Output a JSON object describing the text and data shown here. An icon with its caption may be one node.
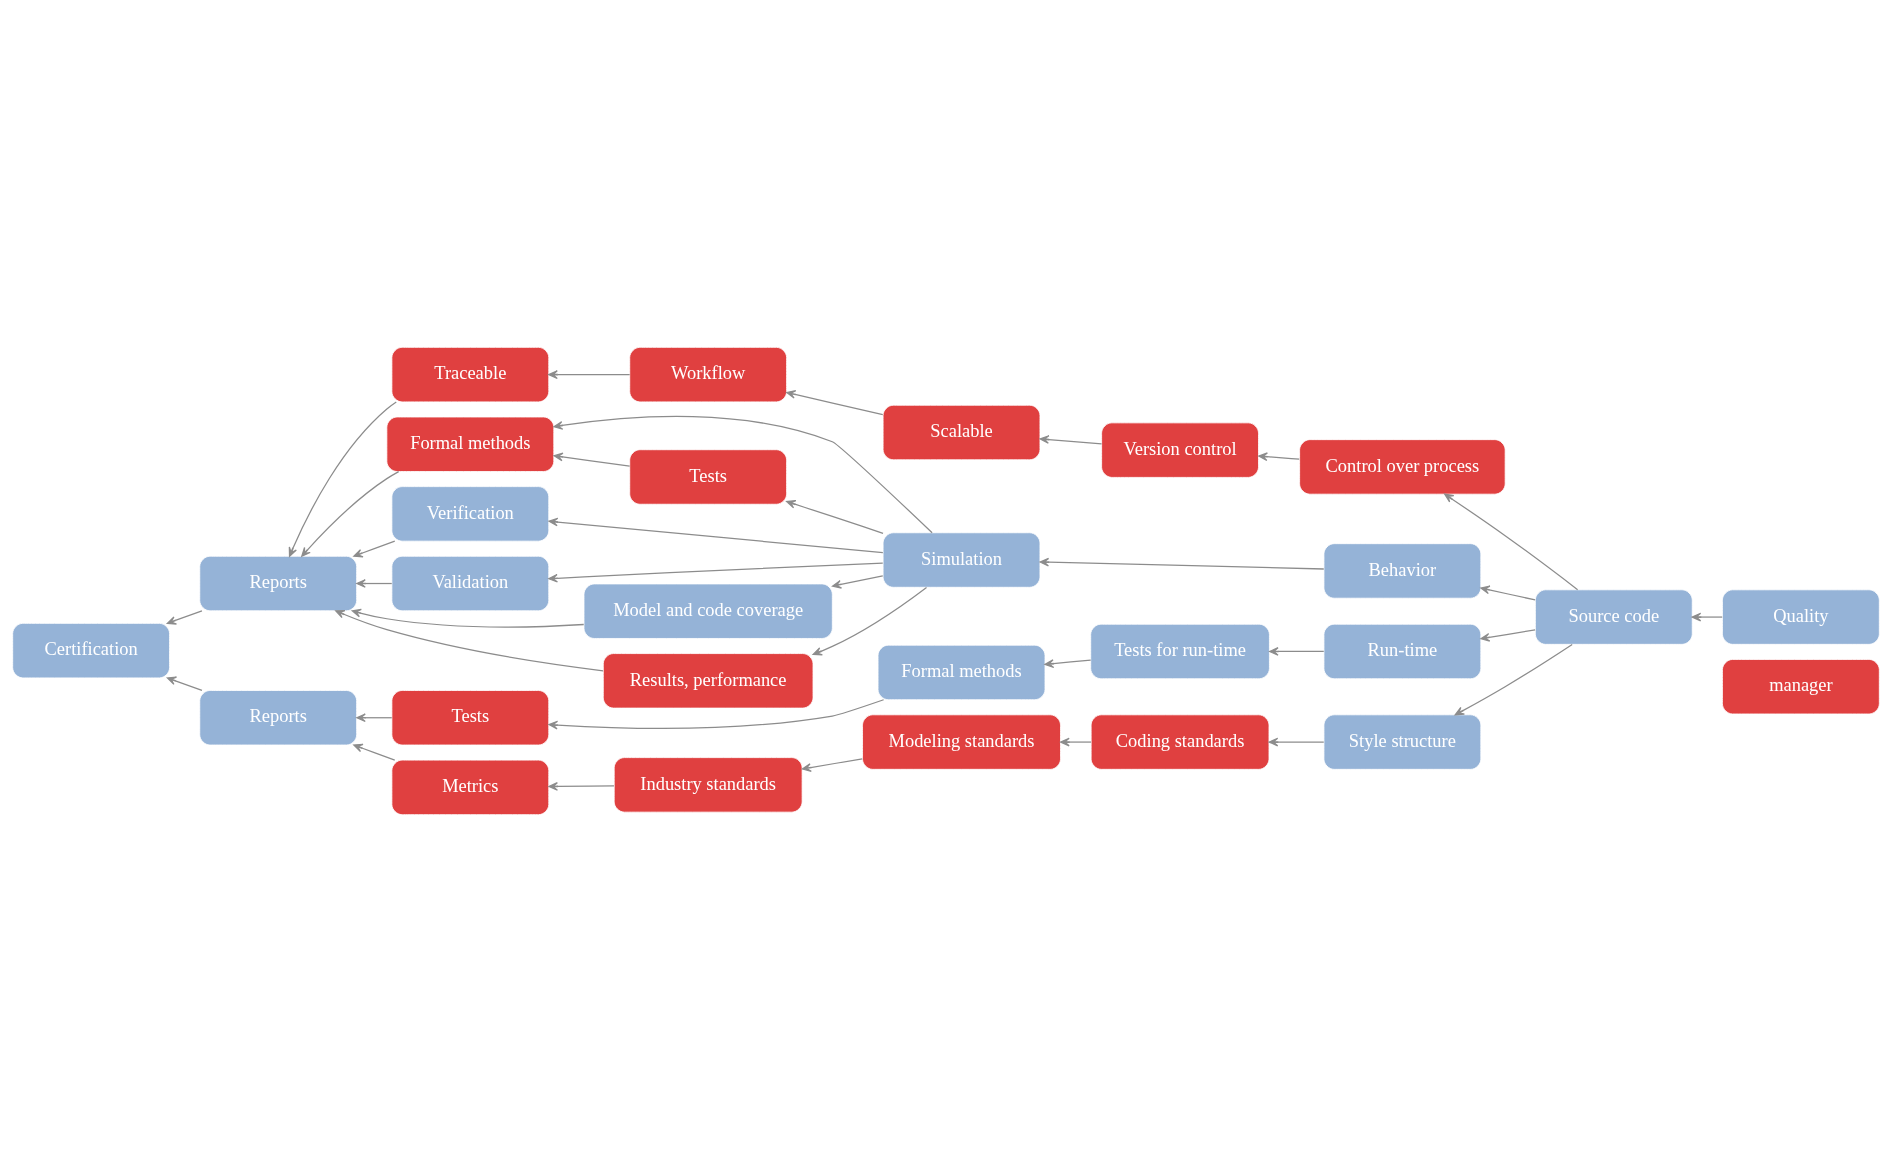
{
  "diagram": {
    "nodes": [
      {
        "text": [
          "manager"
        ]
      },
      {
        "text": [
          "Traceable"
        ]
      },
      {
        "text": [
          "Workflow"
        ]
      },
      {
        "text": [
          "Scalable"
        ]
      },
      {
        "text": [
          "Formal methods"
        ]
      },
      {
        "text": [
          "Tests"
        ]
      },
      {
        "text": [
          "Version control"
        ]
      },
      {
        "text": [
          "Verification"
        ]
      },
      {
        "text": [
          "Simulation"
        ]
      },
      {
        "text": [
          "Reports"
        ]
      },
      {
        "text": [
          "Control over process"
        ]
      },
      {
        "text": [
          "Validation"
        ]
      },
      {
        "text": [
          "Behavior"
        ]
      },
      {
        "text": [
          "Certification"
        ]
      },
      {
        "text": [
          "Source code"
        ]
      },
      {
        "text": [
          "Quality"
        ]
      },
      {
        "text": [
          "Model and code coverage"
        ]
      },
      {
        "text": [
          "Run-time"
        ]
      },
      {
        "text": [
          "Style structure"
        ]
      },
      {
        "text": [
          "Reports"
        ]
      },
      {
        "text": [
          "Results, performance"
        ]
      },
      {
        "text": [
          "Tests for run-time"
        ]
      },
      {
        "text": [
          "Coding standards"
        ]
      },
      {
        "text": [
          "Tests"
        ]
      },
      {
        "text": [
          "Formal methods"
        ]
      },
      {
        "text": [
          "Modeling standards"
        ]
      },
      {
        "text": [
          "Metrics"
        ]
      },
      {
        "text": [
          "Industry standards"
        ]
      }
    ],
    "edges": [
      {
        "from": 2,
        "to": 1,
        "arrow": "to"
      },
      {
        "from": 3,
        "to": 2,
        "arrow": "to"
      },
      {
        "from": 6,
        "to": 3,
        "arrow": "to"
      },
      {
        "from": 10,
        "to": 6,
        "arrow": "to"
      },
      {
        "from": 14,
        "to": 10,
        "arrow": "to"
      },
      {
        "from": 15,
        "to": 14,
        "arrow": "to"
      },
      {
        "from": 14,
        "to": 12,
        "arrow": "to"
      },
      {
        "from": 14,
        "to": 17,
        "arrow": "to"
      },
      {
        "from": 14,
        "to": 18,
        "arrow": "to"
      },
      {
        "from": 18,
        "to": 22,
        "arrow": "to"
      },
      {
        "from": 22,
        "to": 25,
        "arrow": "to"
      },
      {
        "from": 25,
        "to": 27,
        "arrow": "to"
      },
      {
        "from": 27,
        "to": 26,
        "arrow": "to"
      },
      {
        "from": 26,
        "to": 19,
        "arrow": "to"
      },
      {
        "from": 23,
        "to": 19,
        "arrow": "to"
      },
      {
        "from": 24,
        "to": 23,
        "arrow": "to"
      },
      {
        "from": 21,
        "to": 24,
        "arrow": "to"
      },
      {
        "from": 17,
        "to": 21,
        "arrow": "to"
      },
      {
        "from": 12,
        "to": 8,
        "arrow": "to"
      },
      {
        "from": 8,
        "to": 5,
        "arrow": "to"
      },
      {
        "from": 5,
        "to": 4,
        "arrow": "to"
      },
      {
        "from": 8,
        "to": 4,
        "arrow": "to"
      },
      {
        "from": 8,
        "to": 7,
        "arrow": "to"
      },
      {
        "from": 8,
        "to": 11,
        "arrow": "to"
      },
      {
        "from": 8,
        "to": 16,
        "arrow": "to"
      },
      {
        "from": 8,
        "to": 20,
        "arrow": "to"
      },
      {
        "from": 7,
        "to": 9,
        "arrow": "to"
      },
      {
        "from": 11,
        "to": 9,
        "arrow": "to"
      },
      {
        "from": 16,
        "to": 9,
        "arrow": "to"
      },
      {
        "from": 20,
        "to": 9,
        "arrow": "to"
      },
      {
        "from": 1,
        "to": 9,
        "arrow": "to"
      },
      {
        "from": 4,
        "to": 9,
        "arrow": "to"
      },
      {
        "from": 9,
        "to": 13,
        "arrow": "to"
      },
      {
        "from": 19,
        "to": 13,
        "arrow": "to"
      }
    ]
  }
}
